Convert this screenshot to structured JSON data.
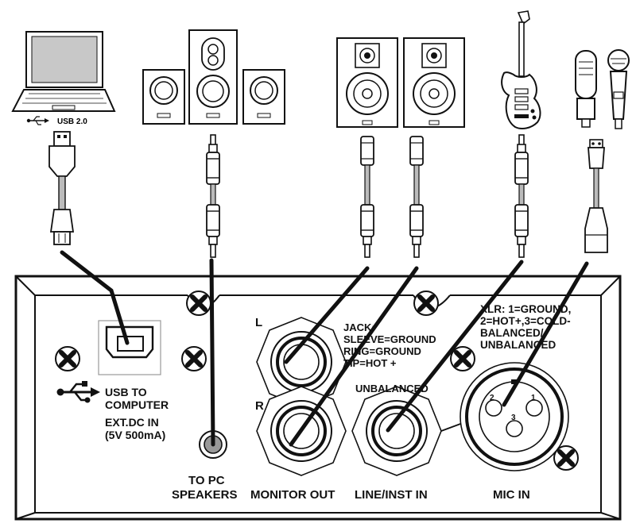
{
  "devices": {
    "usb_label": "USB 2.0"
  },
  "panel": {
    "usb_to_computer": "USB TO",
    "usb_to_computer_2": "COMPUTER",
    "ext_dc_in": "EXT.DC IN",
    "ext_dc_spec": "(5V 500mA)",
    "left_channel": "L",
    "right_channel": "R",
    "jack_title": "JACK:",
    "jack_sleeve": "SLEEVE=GROUND",
    "jack_ring": "RING=GROUND",
    "jack_tip": "TIP=HOT +",
    "unbalanced": "UNBALANCED",
    "xlr_line1": "XLR: 1=GROUND,",
    "xlr_line2": "2=HOT+,3=COLD-",
    "xlr_line3": "BALANCED/",
    "xlr_line4": "UNBALANCED",
    "pin_1": "1",
    "pin_2": "2",
    "pin_3": "3"
  },
  "ports": {
    "pc_speakers_1": "TO PC",
    "pc_speakers_2": "SPEAKERS",
    "monitor_out": "MONITOR OUT",
    "line_inst_in": "LINE/INST IN",
    "mic_in": "MIC IN"
  }
}
